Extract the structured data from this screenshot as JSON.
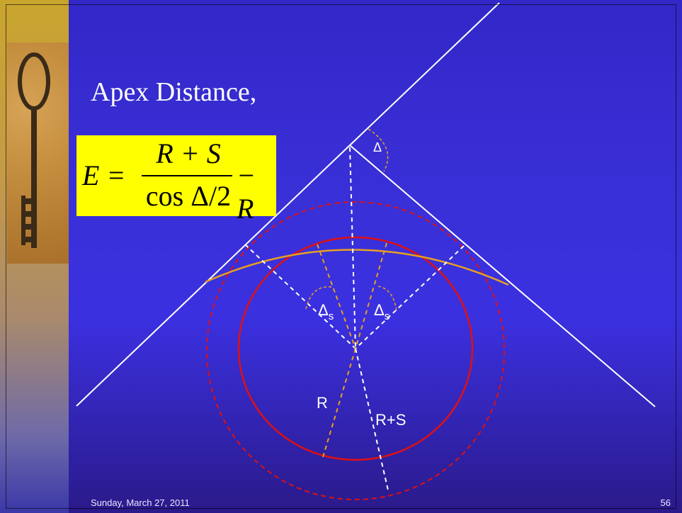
{
  "slide": {
    "title": "Apex Distance,",
    "formula": {
      "lhs": "E =",
      "numerator": "R + S",
      "denominator": "cos Δ/2",
      "rhs": "− R"
    },
    "labels": {
      "delta": "Δ",
      "delta_s_left": "Δ",
      "delta_s_right": "Δ",
      "subscript_s": "s",
      "radius": "R",
      "radius_plus_s": "R+S"
    },
    "footer": {
      "date": "Sunday, March 27, 2011",
      "page": "56"
    }
  },
  "colors": {
    "background": "#3a30d8",
    "tangent_lines": "#ffffff",
    "circle_r": "#e01010",
    "arc": "#e8a020",
    "formula_highlight": "#ffff00"
  }
}
